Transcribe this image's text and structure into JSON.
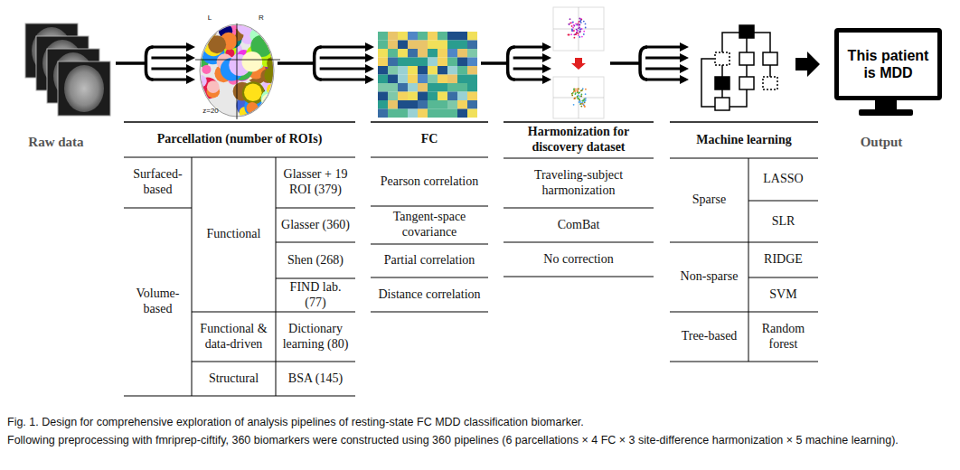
{
  "diagram": {
    "caption": "Fig. 1. Design for comprehensive exploration of analysis pipelines of resting-state FC MDD classification biomarker.",
    "nodes": [
      {
        "text": [
          "This patient is MDD"
        ]
      }
    ],
    "labels": [
      "Raw data",
      "Parcellation (number of ROIs)",
      "Surfaced-based",
      "Glasser + 19 ROI (379)",
      "Functional",
      "Glasser (360)",
      "Shen (268)",
      "FIND lab. (77)",
      "Volume-based",
      "Functional & data-driven",
      "Dictionary learning (80)",
      "Structural",
      "BSA (145)",
      "FC",
      "Pearson correlation",
      "Tangent-space covariance",
      "Partial correlation",
      "Distance correlation",
      "Harmonization for discovery dataset",
      "Traveling-subject harmonization",
      "ComBat",
      "No correction",
      "Machine learning",
      "Sparse",
      "LASSO",
      "SLR",
      "Non-sparse",
      "RIDGE",
      "SVM",
      "Tree-based",
      "Random forest",
      "Output",
      "L",
      "R",
      "z=20",
      "Following preprocessing with fmriprep-ciftify, 360 biomarkers were constructed using 360 pipelines (6 parcellations × 4 FC × 3 site-difference harmonization × 5 machine learning)."
    ]
  }
}
